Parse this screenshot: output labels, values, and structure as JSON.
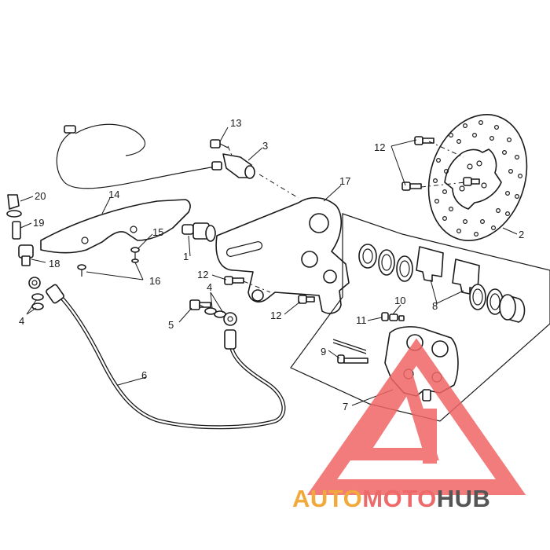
{
  "diagram": {
    "callouts": {
      "c1": "1",
      "c2": "2",
      "c3": "3",
      "c4a": "4",
      "c4b": "4",
      "c5": "5",
      "c6": "6",
      "c7": "7",
      "c8": "8",
      "c9": "9",
      "c10": "10",
      "c11": "11",
      "c12a": "12",
      "c12b": "12",
      "c12c": "12",
      "c13": "13",
      "c14": "14",
      "c15": "15",
      "c16": "16",
      "c17": "17",
      "c18": "18",
      "c19": "19",
      "c20": "20"
    }
  },
  "watermark": {
    "brand_part1": "AUTO",
    "brand_part2": "MOTO",
    "brand_part3": "HUB",
    "colors": {
      "auto": "#f2a93b",
      "moto": "#ee6a6a",
      "hub": "#555555",
      "logo": "#f06565"
    }
  }
}
